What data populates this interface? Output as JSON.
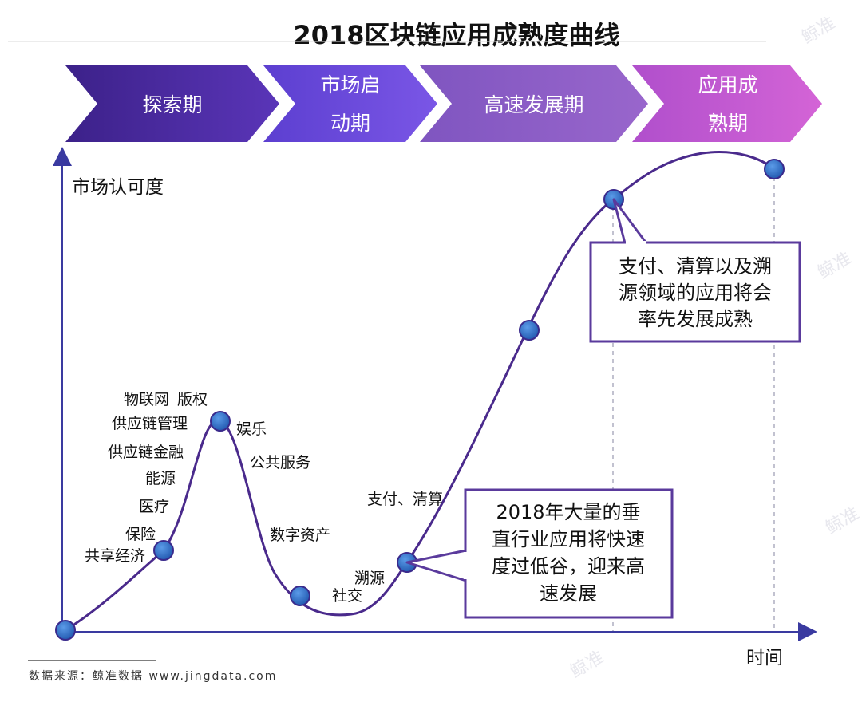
{
  "title": "2018区块链应用成熟度曲线",
  "phases": [
    {
      "lines": [
        "探索期"
      ]
    },
    {
      "lines": [
        "市场启",
        "动期"
      ]
    },
    {
      "lines": [
        "高速发展期"
      ]
    },
    {
      "lines": [
        "应用成",
        "熟期"
      ]
    }
  ],
  "axes": {
    "y_label": "市场认可度",
    "x_label": "时间"
  },
  "labels": {
    "iot": "物联网",
    "copyright": "版权",
    "supply_chain_mgmt": "供应链管理",
    "supply_chain_finance": "供应链金融",
    "energy": "能源",
    "medical": "医疗",
    "insurance": "保险",
    "sharing_economy": "共享经济",
    "entertainment": "娱乐",
    "public_service": "公共服务",
    "digital_assets": "数字资产",
    "social": "社交",
    "traceability": "溯源",
    "payment_clearing": "支付、清算"
  },
  "callouts": {
    "top": [
      "支付、清算以及溯",
      "源领域的应用将会",
      "率先发展成熟"
    ],
    "bottom": [
      "2018年大量的垂",
      "直行业应用将快速",
      "度过低谷，迎来高",
      "速发展"
    ]
  },
  "source": "数据来源：鲸准数据 www.jingdata.com",
  "watermark": "鲸准",
  "colors": {
    "phase_1": "#4b2c9e",
    "phase_2": "#6a47d9",
    "phase_3": "#8c5fc8",
    "phase_4": "#c95ad0",
    "curve": "#4a2a8c",
    "node_fill": "#2d6bc4",
    "node_stroke": "#3a2a8c",
    "callout_border": "#5a3a9c",
    "axis": "#3a3aa0"
  }
}
